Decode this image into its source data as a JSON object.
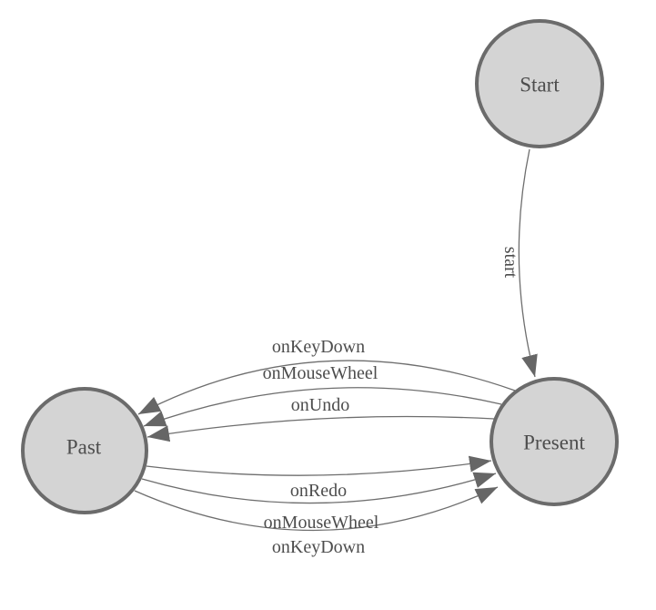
{
  "diagram": {
    "type": "state-machine",
    "colors": {
      "background": "#ffffff",
      "node_fill": "#d4d4d4",
      "node_stroke": "#6b6b6b",
      "edge_stroke": "#6e6e6e",
      "arrowhead_fill": "#666666",
      "text": "#4d4d4d"
    },
    "nodes": [
      {
        "id": "start",
        "label": "Start"
      },
      {
        "id": "past",
        "label": "Past"
      },
      {
        "id": "present",
        "label": "Present"
      }
    ],
    "edges": [
      {
        "from": "Start",
        "to": "Present",
        "label": "start"
      },
      {
        "from": "Present",
        "to": "Past",
        "label": "onKeyDown"
      },
      {
        "from": "Present",
        "to": "Past",
        "label": "onMouseWheel"
      },
      {
        "from": "Present",
        "to": "Past",
        "label": "onUndo"
      },
      {
        "from": "Past",
        "to": "Present",
        "label": "onRedo"
      },
      {
        "from": "Past",
        "to": "Present",
        "label": "onMouseWheel"
      },
      {
        "from": "Past",
        "to": "Present",
        "label": "onKeyDown"
      }
    ]
  }
}
